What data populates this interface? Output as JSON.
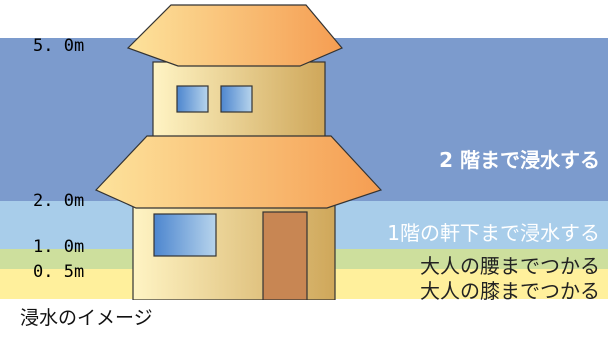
{
  "colors": {
    "flood_5m": "#7c9bcd",
    "flood_2m": "#a8cdea",
    "flood_1m": "#cddf9d",
    "flood_05m": "#fff09c",
    "roof_light": "#fde39c",
    "roof_dark": "#f59d52",
    "wall_light": "#fff4c4",
    "wall_dark": "#cfa75a",
    "window_light": "#4d86cf",
    "window_dark": "#b7d4ec",
    "door": "#c88653",
    "outline": "#333333"
  },
  "levels": {
    "l5": "5. 0m",
    "l2": "2. 0m",
    "l1": "1. 0m",
    "l05": "0. 5m"
  },
  "bands": {
    "b5": "2 階まで浸水する",
    "b2": "1階の軒下まで浸水する",
    "b1": "大人の腰までつかる",
    "b05": "大人の膝までつかる"
  },
  "caption": "浸水のイメージ"
}
